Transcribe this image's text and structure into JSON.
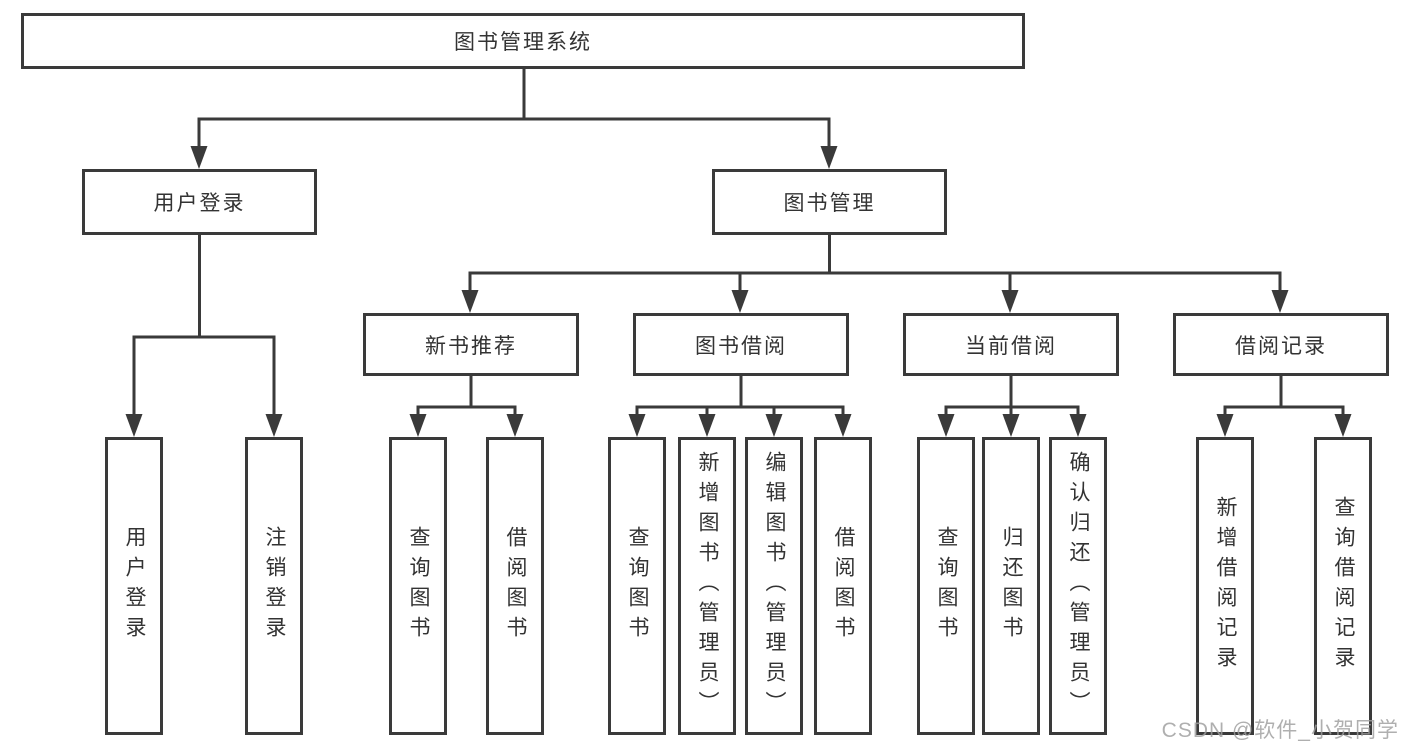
{
  "colors": {
    "line": "#3a3a3a",
    "text": "#333333",
    "watermark": "#9e9e9e"
  },
  "tree": {
    "root": {
      "label": "图书管理系统"
    },
    "branches": [
      {
        "label": "用户登录",
        "children": [
          {
            "label": "用户登录"
          },
          {
            "label": "注销登录"
          }
        ]
      },
      {
        "label": "图书管理",
        "children": [
          {
            "label": "新书推荐",
            "children": [
              {
                "label": "查询图书"
              },
              {
                "label": "借阅图书"
              }
            ]
          },
          {
            "label": "图书借阅",
            "children": [
              {
                "label": "查询图书"
              },
              {
                "label": "新增图书（管理员）"
              },
              {
                "label": "编辑图书（管理员）"
              },
              {
                "label": "借阅图书"
              }
            ]
          },
          {
            "label": "当前借阅",
            "children": [
              {
                "label": "查询图书"
              },
              {
                "label": "归还图书"
              },
              {
                "label": "确认归还（管理员）"
              }
            ]
          },
          {
            "label": "借阅记录",
            "children": [
              {
                "label": "新增借阅记录"
              },
              {
                "label": "查询借阅记录"
              }
            ]
          }
        ]
      }
    ]
  },
  "watermark": "CSDN @软件_小贺同学"
}
